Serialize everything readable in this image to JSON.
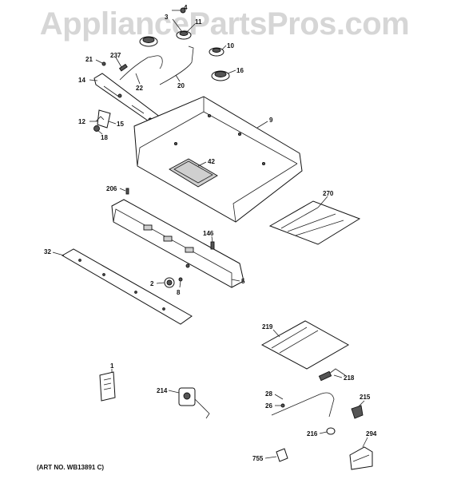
{
  "watermark": "AppliancePartsPros.com",
  "art_number": "(ART NO. WB13891 C)",
  "callouts": [
    "4",
    "3",
    "11",
    "10",
    "16",
    "21",
    "237",
    "22",
    "20",
    "14",
    "9",
    "12",
    "15",
    "18",
    "42",
    "206",
    "270",
    "146",
    "32",
    "2",
    "8",
    "5",
    "219",
    "1",
    "218",
    "214",
    "28",
    "26",
    "215",
    "216",
    "294",
    "755"
  ]
}
